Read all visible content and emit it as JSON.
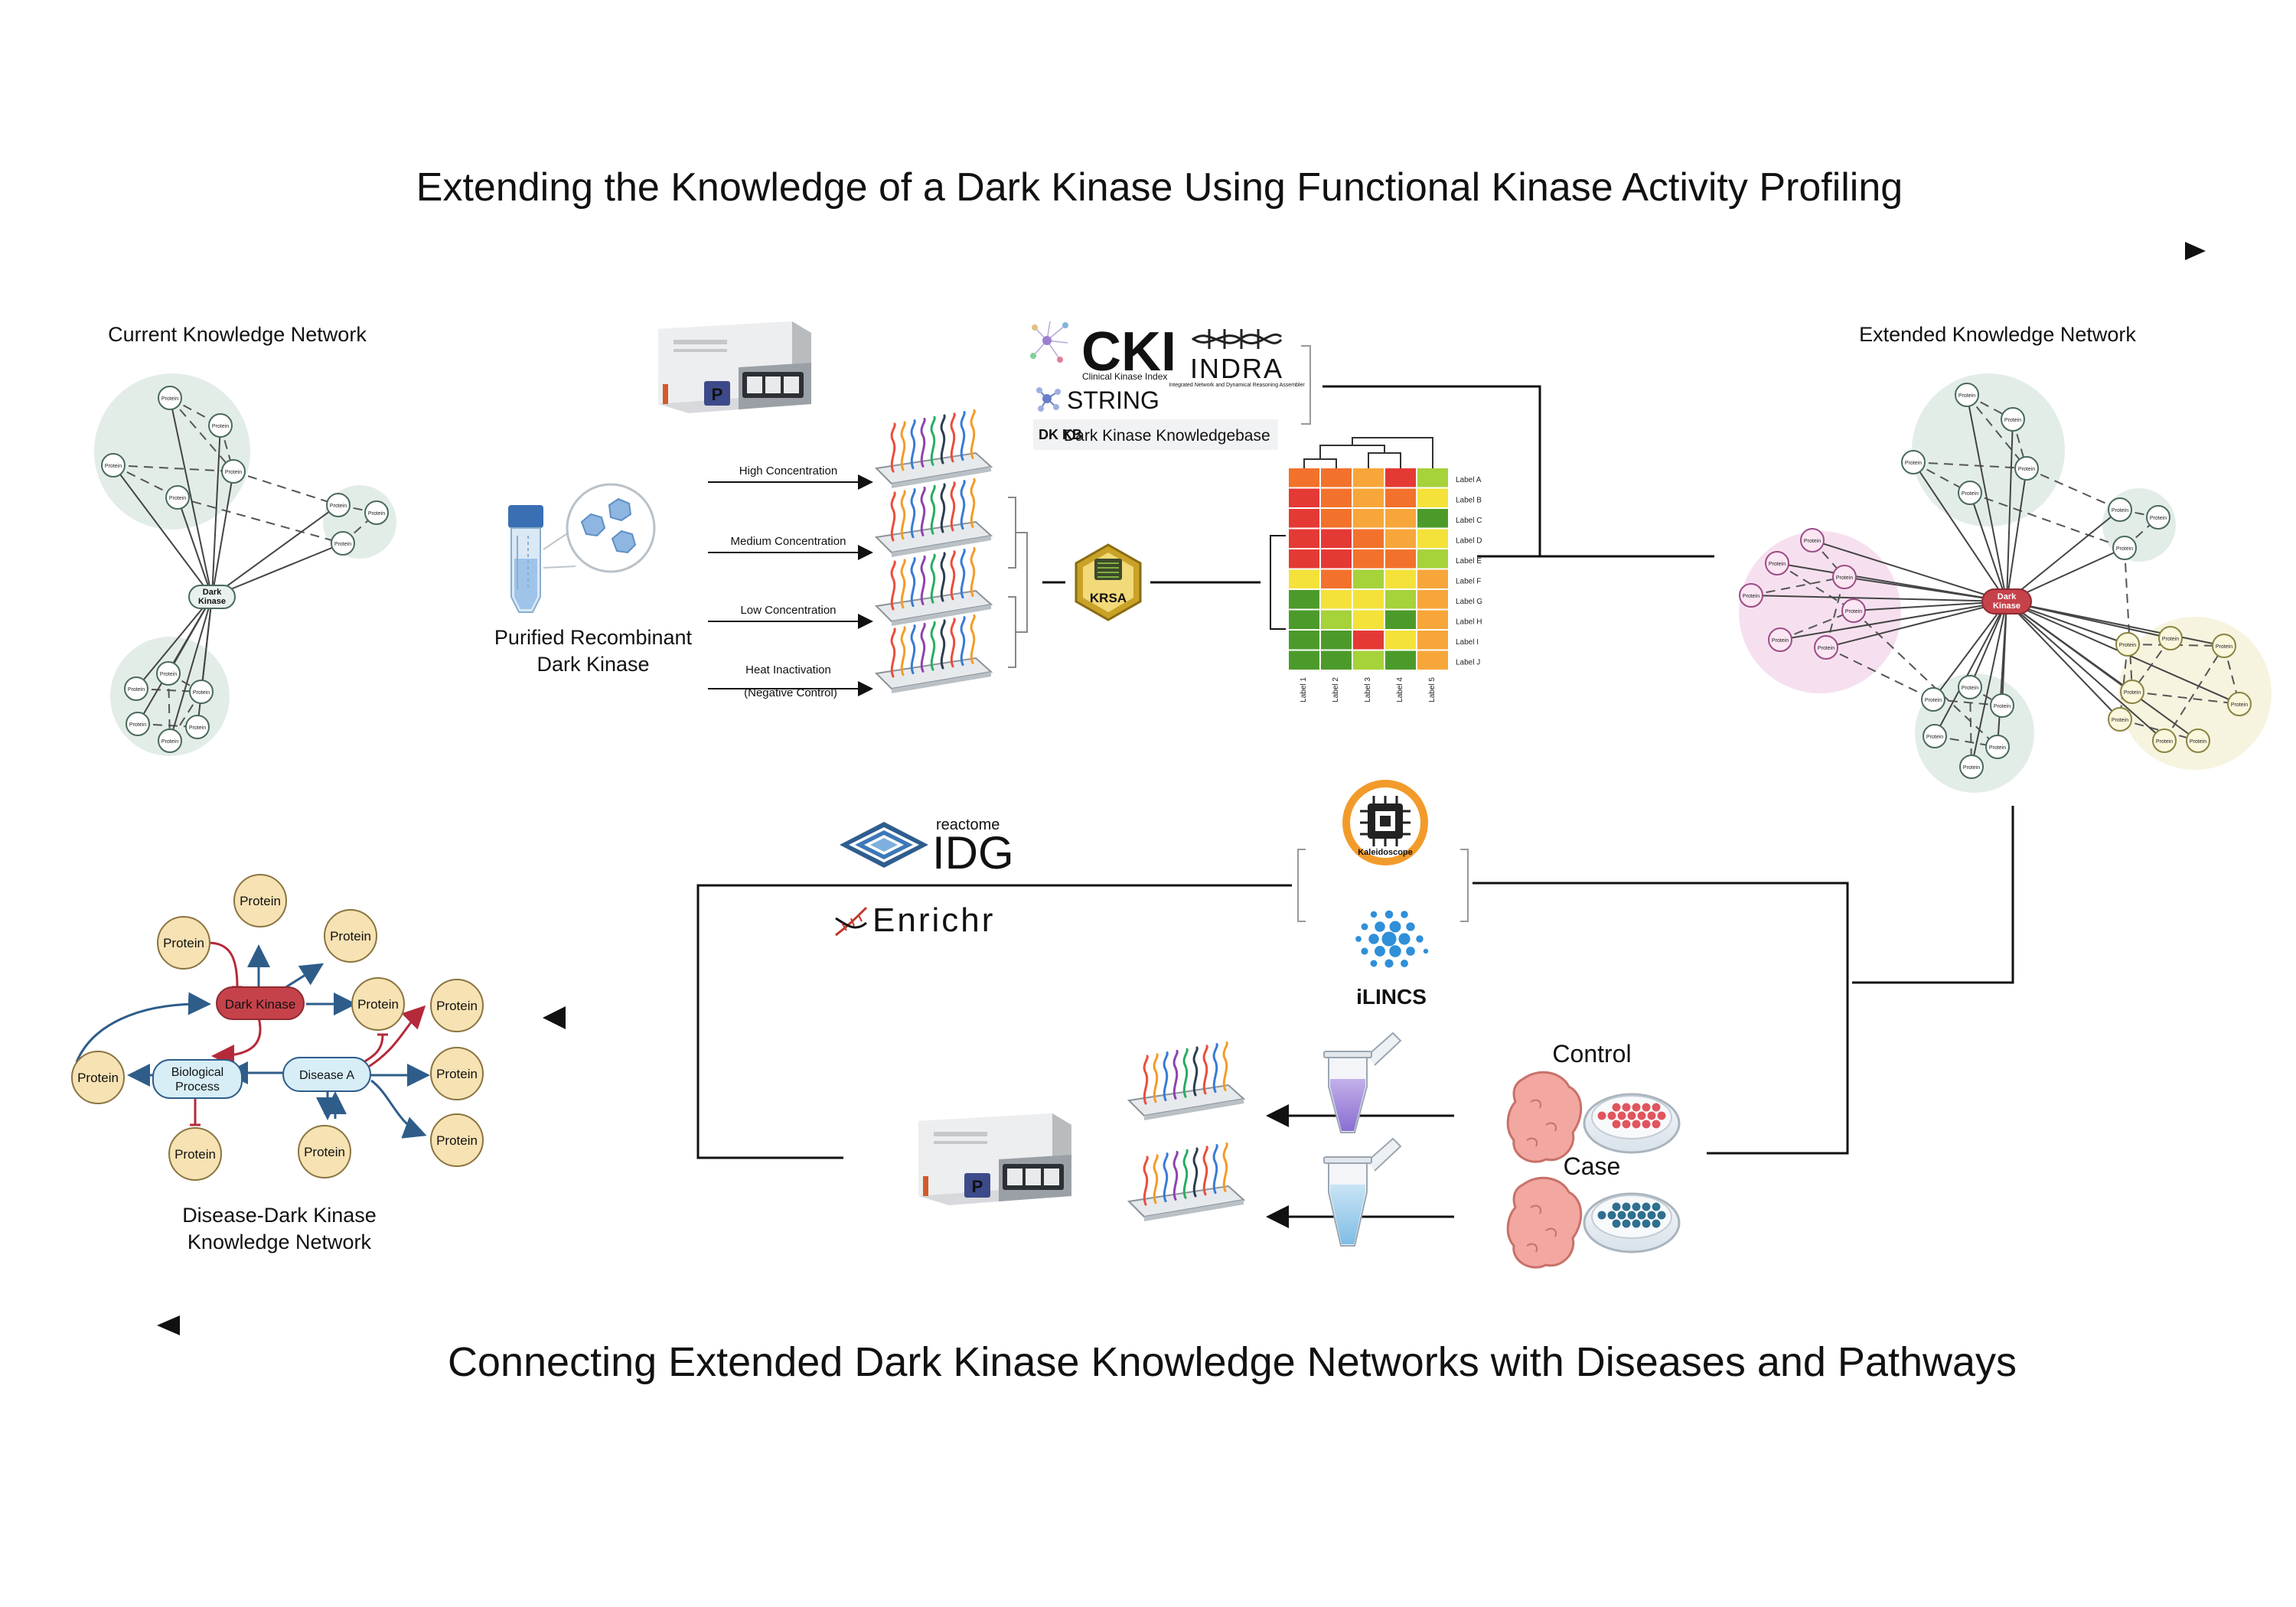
{
  "titles": {
    "top": "Extending the Knowledge of a Dark Kinase Using Functional Kinase Activity Profiling",
    "bottom": "Connecting Extended Dark Kinase Knowledge Networks with Diseases and Pathways"
  },
  "current_network": {
    "heading": "Current Knowledge Network",
    "hub": [
      "Dark",
      "Kinase"
    ],
    "node_label": "Protein"
  },
  "extended_network": {
    "heading": "Extended  Knowledge Network",
    "hub": [
      "Dark",
      "Kinase"
    ],
    "node_label": "Protein"
  },
  "sample": {
    "label_line1": "Purified Recombinant",
    "label_line2": "Dark Kinase",
    "conditions": [
      "High Concentration",
      "Medium Concentration",
      "Low Concentration",
      "Heat Inactivation"
    ],
    "negative_control": "(Negative Control)"
  },
  "logos": {
    "cki": "CKI",
    "cki_sub": "Clinical Kinase Index",
    "indra": "INDRA",
    "indra_sub": "Integrated Network and Dynamical Reasoning Assembler",
    "string": "STRING",
    "dkkb_mark": "DK KB",
    "dkkb": "Dark Kinase Knowledgebase",
    "krsa": "KRSA",
    "reactome": "reactome",
    "idg": "IDG",
    "enrichr": "Enrichr",
    "kaleidoscope": "Kaleidoscope",
    "ilincs": "iLINCS",
    "instrument_badge": "P"
  },
  "heatmap": {
    "row_labels": [
      "Label A",
      "Label B",
      "Label C",
      "Label D",
      "Label E",
      "Label F",
      "Label G",
      "Label H",
      "Label I",
      "Label J"
    ],
    "col_labels": [
      "Label 1",
      "Label 2",
      "Label 3",
      "Label 4",
      "Label 5"
    ],
    "colors": {
      "red": "#e53935",
      "orange": "#f2722b",
      "amber": "#f7a63a",
      "yellow": "#f4e23a",
      "lime": "#a6d23a",
      "green": "#4c9b2a"
    }
  },
  "samples_bottom": {
    "control": "Control",
    "case": "Case"
  },
  "disease_network": {
    "dark_kinase": "Dark Kinase",
    "biological_process": [
      "Biological",
      "Process"
    ],
    "disease": "Disease A",
    "protein": "Protein",
    "caption_line1": "Disease-Dark Kinase",
    "caption_line2": "Knowledge Network"
  }
}
